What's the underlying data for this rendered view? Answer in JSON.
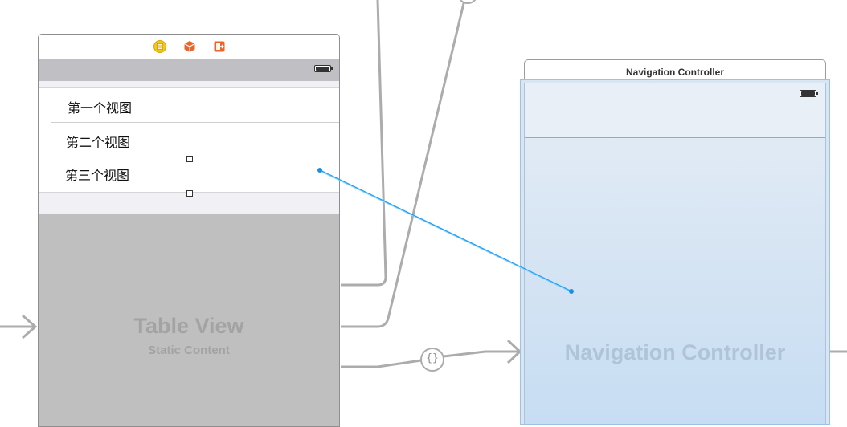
{
  "table_view_scene": {
    "cells": [
      {
        "label": "第一个视图"
      },
      {
        "label": "第二个视图"
      },
      {
        "label": "第三个视图"
      }
    ],
    "placeholder_title": "Table View",
    "placeholder_subtitle": "Static Content",
    "dock_icons": [
      "view-controller-icon",
      "first-responder-icon",
      "exit-icon"
    ],
    "dock_colors": {
      "view_controller": "#f5c518",
      "first_responder": "#e8652b",
      "exit": "#e8652b"
    }
  },
  "navigation_controller_scene": {
    "title": "Navigation Controller",
    "placeholder_title": "Navigation Controller"
  },
  "segue": {
    "icon": "relationship-segue-icon",
    "glyph": "{}"
  },
  "colors": {
    "connection_line": "#1ba1f2",
    "segue_line": "#acacac"
  }
}
